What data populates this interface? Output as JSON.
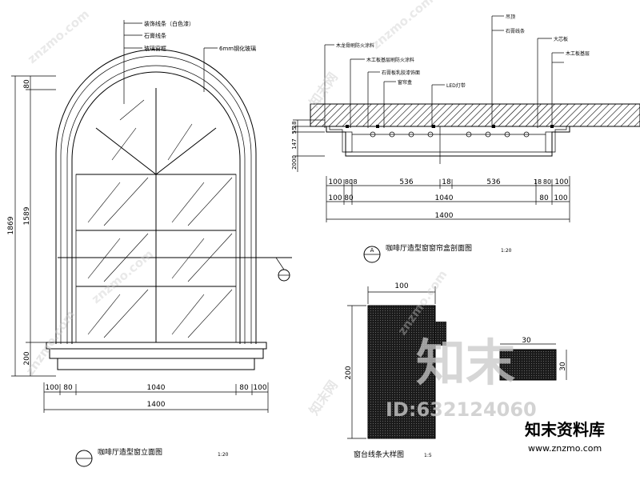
{
  "elevation": {
    "title": "咖啡厅造型窗立面图",
    "scale": "1:20",
    "leaders": [
      "装饰线条（白色漆）",
      "石膏线条",
      "玻璃窗框",
      "6mm钢化玻璃"
    ],
    "horizontal_dims": [
      "100",
      "80",
      "1040",
      "80",
      "100"
    ],
    "total_width": "1400",
    "vertical_dims": [
      "80",
      "1589",
      "200"
    ],
    "total_height": "1869"
  },
  "section": {
    "title": "咖啡厅造型窗窗帘盒剖面图",
    "scale": "1:20",
    "label_A": "A",
    "leaders_left": [
      "木龙骨刷防火涂料",
      "木工板基层刷防火涂料",
      "石膏板乳胶漆饰面",
      "窗帘盒",
      "LED灯带"
    ],
    "leaders_right": [
      "吊顶",
      "石膏线条",
      "大芯板",
      "木工板基层"
    ],
    "dims_top": [
      "100",
      "80",
      "8",
      "536",
      "18",
      "536",
      "18",
      "80",
      "100"
    ],
    "dims_mid": [
      "100",
      "80",
      "1040",
      "80",
      "100"
    ],
    "total": "1400",
    "vertical_dims": [
      "18",
      "55",
      "147",
      "2000"
    ]
  },
  "detail": {
    "title": "窗台线条大样图",
    "scale": "1:5",
    "dim_width": "100",
    "dim_height": "200",
    "small_w": "30",
    "small_h": "30"
  },
  "watermark": {
    "brand": "知末",
    "id": "ID:632124060",
    "site_cn": "知末资料库",
    "url": "www.znzmo.com",
    "diag": "znzmo.com",
    "diag_cn": "知末网"
  }
}
